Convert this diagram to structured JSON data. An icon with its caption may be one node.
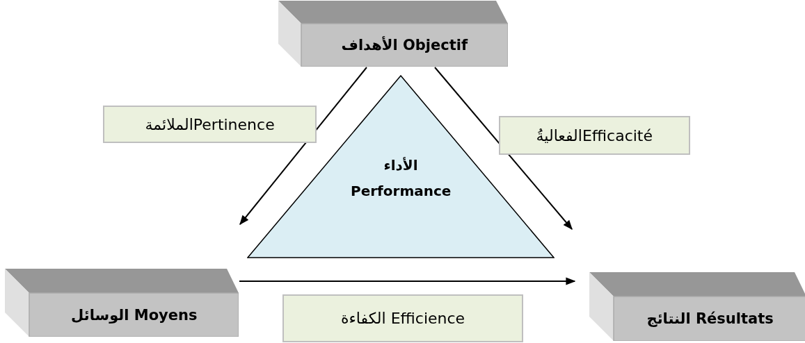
{
  "diagram": {
    "nodes": [
      {
        "text": [
          "الأهداف Objectif"
        ]
      },
      {
        "text": [
          "الملائمةPertinence"
        ]
      },
      {
        "text": [
          "الفعاليةُEfficacité"
        ]
      },
      {
        "text": [
          "الأداء",
          "Performance"
        ]
      },
      {
        "text": [
          "الوسائل Moyens"
        ]
      },
      {
        "text": [
          "الكفاءة Efficience"
        ]
      },
      {
        "text": [
          "النتائج Résultats"
        ]
      }
    ],
    "edges": [
      {
        "from": 0,
        "to": null,
        "arrow": "to"
      },
      {
        "from": 0,
        "to": null,
        "arrow": "to"
      },
      {
        "from": 4,
        "to": 6,
        "arrow": "to"
      }
    ]
  }
}
